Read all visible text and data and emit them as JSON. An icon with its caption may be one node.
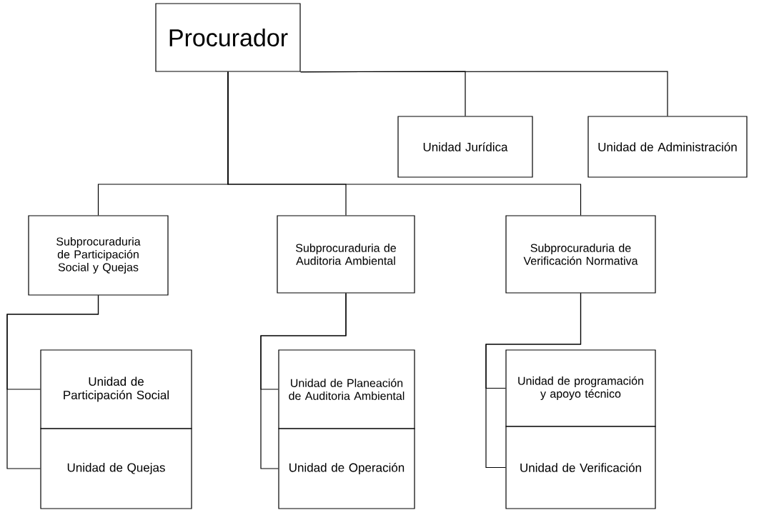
{
  "diagram": {
    "nodes": [
      {
        "text": [
          "Procurador"
        ]
      },
      {
        "text": [
          "Unidad Jurídica"
        ]
      },
      {
        "text": [
          "Unidad de Administración"
        ]
      },
      {
        "text": [
          "Subprocuraduria de Participación Social y Quejas"
        ]
      },
      {
        "text": [
          "Subprocuraduria de Auditoria Ambiental"
        ]
      },
      {
        "text": [
          "Subprocuraduria de Verificación Normativa"
        ]
      },
      {
        "text": [
          "Unidad de Participación Social"
        ]
      },
      {
        "text": [
          "Unidad de Quejas"
        ]
      },
      {
        "text": [
          "Unidad de Planeación de Auditoria Ambiental"
        ]
      },
      {
        "text": [
          "Unidad de Operación"
        ]
      },
      {
        "text": [
          "Unidad de programación y apoyo técnico"
        ]
      },
      {
        "text": [
          "Unidad de Verificación"
        ]
      }
    ],
    "edges": [
      {
        "from": 0,
        "to": 1,
        "arrow": "none"
      },
      {
        "from": 0,
        "to": 2,
        "arrow": "none"
      },
      {
        "from": 0,
        "to": 3,
        "arrow": "none"
      },
      {
        "from": 0,
        "to": 4,
        "arrow": "none"
      },
      {
        "from": 0,
        "to": 5,
        "arrow": "none"
      },
      {
        "from": 3,
        "to": 6,
        "arrow": "none"
      },
      {
        "from": 3,
        "to": 7,
        "arrow": "none"
      },
      {
        "from": 4,
        "to": 8,
        "arrow": "none"
      },
      {
        "from": 4,
        "to": 9,
        "arrow": "none"
      },
      {
        "from": 5,
        "to": 10,
        "arrow": "none"
      },
      {
        "from": 5,
        "to": 11,
        "arrow": "none"
      }
    ]
  }
}
